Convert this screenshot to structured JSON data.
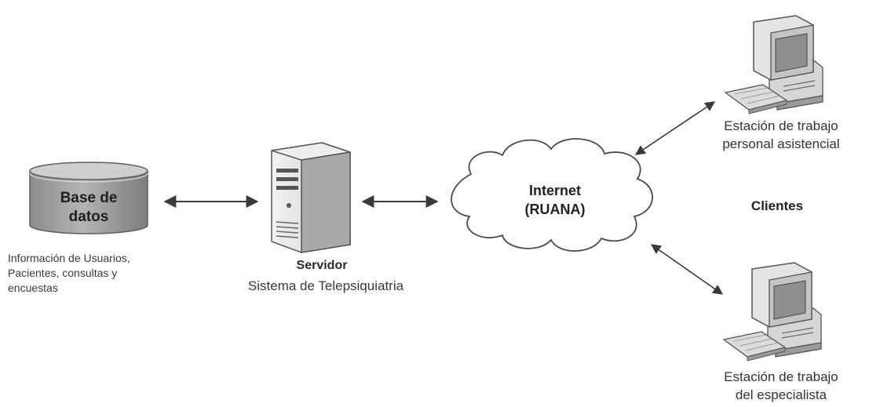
{
  "database": {
    "title": "Base de\ndatos",
    "description": "Información de Usuarios,\nPacientes, consultas y\nencuestas"
  },
  "server": {
    "name": "Servidor",
    "description": "Sistema de Telepsiquiatria"
  },
  "internet": {
    "label": "Internet\n(RUANA)"
  },
  "clients": {
    "label": "Clientes",
    "workstations": [
      {
        "label": "Estación de trabajo\npersonal asistencial"
      },
      {
        "label": "Estación de trabajo\ndel especialista"
      }
    ]
  },
  "colors": {
    "arrow": "#3a3a3a",
    "db_fill": "#9a9a9a",
    "db_top": "#c8c8c8",
    "device": "#e2e2e2",
    "device_dark": "#6e6e6e",
    "cloud_fill": "#ffffff",
    "cloud_stroke": "#4a4a4a"
  }
}
